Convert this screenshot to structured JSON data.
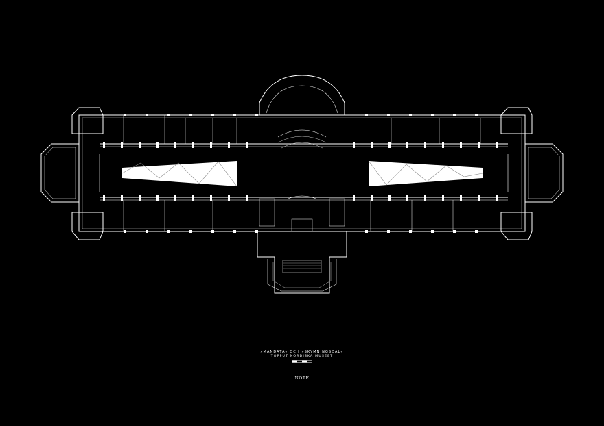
{
  "caption": {
    "line1": "»MANDATA« OCH »SKYMNINGSDAL«",
    "line2": "TOPPUT NORDISKA MUSEET"
  },
  "logo": "NOTE",
  "colors": {
    "background": "#000000",
    "lines": "#ffffff",
    "highlight": "#ffffff"
  }
}
